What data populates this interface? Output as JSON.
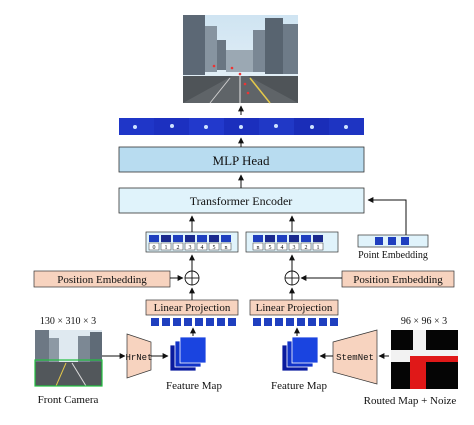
{
  "blocks": {
    "mlp_head": "MLP Head",
    "transformer_encoder": "Transformer Encoder",
    "linear_projection_left": "Linear Projection",
    "linear_projection_right": "Linear Projection",
    "position_embedding_left": "Position Embedding",
    "position_embedding_right": "Position Embedding",
    "point_embedding": "Point Embedding",
    "hrnet": "HrNet",
    "stemnet": "StemNet"
  },
  "labels": {
    "front_camera": "Front Camera",
    "routed_map": "Routed Map + Noize",
    "feature_map_left": "Feature Map",
    "feature_map_right": "Feature Map",
    "front_camera_size": "130 × 310 × 3",
    "routed_map_size": "96 × 96 × 3"
  },
  "tokens": {
    "left": [
      "0",
      "1",
      "2",
      "3",
      "4",
      "5",
      "n"
    ],
    "right": [
      "n",
      "5",
      "4",
      "3",
      "2",
      "1"
    ]
  },
  "colors": {
    "blue_block": "#b8dcf0",
    "light_block": "#e0f3fb",
    "orange_block": "#f7d3bf",
    "token_blue": "#1f3fbf",
    "token_dark": "#1a2a8f"
  }
}
